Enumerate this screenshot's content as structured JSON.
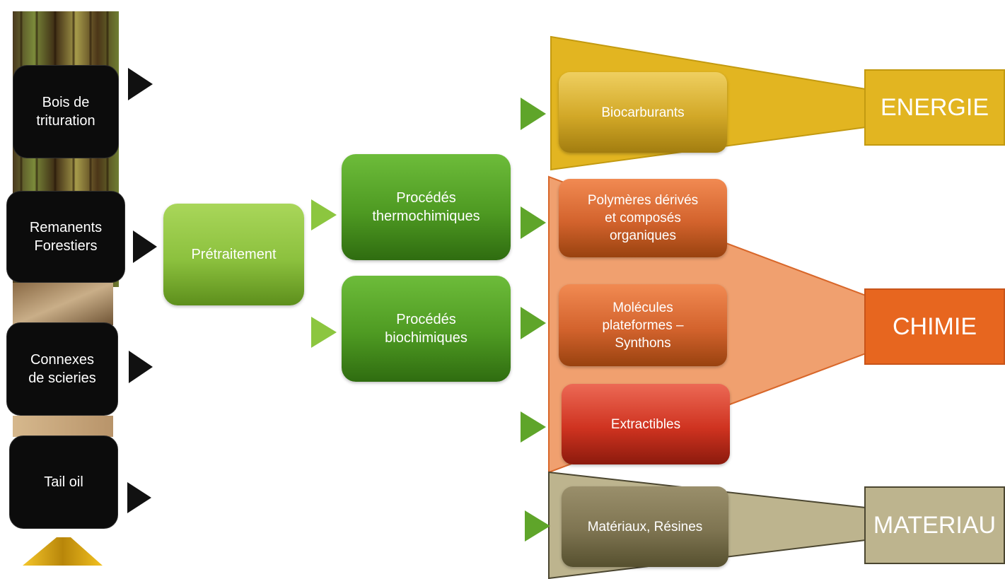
{
  "sources": [
    {
      "id": "bois",
      "label": "Bois de\ntrituration"
    },
    {
      "id": "remanents",
      "label": "Remanents\nForestiers"
    },
    {
      "id": "connexes",
      "label": "Connexes\nde scieries"
    },
    {
      "id": "tailoil",
      "label": "Tail oil"
    }
  ],
  "pretreatment": {
    "label": "Prétraitement"
  },
  "processes": [
    {
      "id": "thermo",
      "label": "Procédés\nthermochimiques"
    },
    {
      "id": "bio",
      "label": "Procédés\nbiochimiques"
    }
  ],
  "products": [
    {
      "id": "biocarburants",
      "label": "Biocarburants",
      "category": "energie"
    },
    {
      "id": "polymeres",
      "label": "Polymères dérivés\net composés\norganiques",
      "category": "chimie"
    },
    {
      "id": "molecules",
      "label": "Molécules\nplateformes –\nSynthons",
      "category": "chimie"
    },
    {
      "id": "extractibles",
      "label": "Extractibles",
      "category": "chimie"
    },
    {
      "id": "materiaux",
      "label": "Matériaux, Résines",
      "category": "materiau"
    }
  ],
  "categories": [
    {
      "id": "energie",
      "label": "ENERGIE",
      "color": "#e2b521"
    },
    {
      "id": "chimie",
      "label": "CHIMIE",
      "color": "#e7661f"
    },
    {
      "id": "materiau",
      "label": "MATERIAU",
      "color": "#bdb48e"
    }
  ],
  "colors": {
    "source_box": "#0c0c0c",
    "arrow_dark": "#111111",
    "arrow_green": "#7ab832",
    "energie_funnel": "#e2b521",
    "chimie_funnel": "#f0a06f",
    "materiau_funnel": "#bdb48e"
  },
  "icons": {
    "source_arrows": "triangle-right-icon",
    "flow_arrows": "triangle-right-icon"
  }
}
